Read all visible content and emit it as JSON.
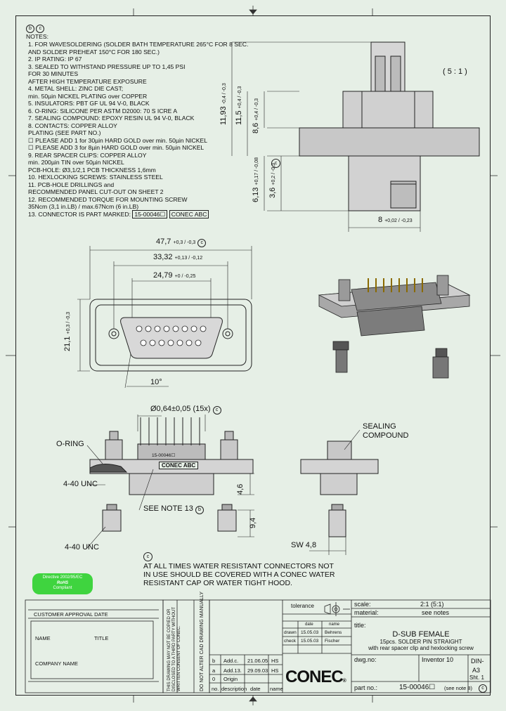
{
  "notes_header": {
    "circle_b": "b",
    "circle_c": "c",
    "title": "NOTES:"
  },
  "notes": [
    "1. FOR WAVESOLDERING (SOLDER BATH TEMPERATURE 265°C FOR 8 SEC.",
    "    AND SOLDER PREHEAT 150°C FOR 180 SEC.)",
    "2. IP RATING: IP 67",
    "3. SEALED TO WITHSTAND PRESSURE UP TO 1,45 PSI",
    "    FOR 30 MINUTES",
    "    AFTER HIGH TEMPERATURE EXPOSURE",
    "4. METAL SHELL: ZINC DIE CAST;",
    "    min. 50µin NICKEL PLATING over COPPER",
    "5. INSULATORS: PBT GF UL 94 V-0, BLACK",
    "6. O-RING: SILICONE PER ASTM D2000: 70 S ICRE A",
    "7. SEALING COMPOUND: EPOXY RESIN UL 94 V-0, BLACK",
    "8. CONTACTS: COPPER ALLOY",
    "    PLATING (SEE PART NO.)",
    "    ☐ PLEASE ADD 1 for 30µin HARD GOLD over min. 50µin NICKEL",
    "    ☐ PLEASE ADD 3 for 8µin HARD GOLD over min. 50µin NICKEL",
    "9. REAR SPACER CLIPS: COPPER ALLOY",
    "    min. 200µin TIN over 50µin NICKEL",
    "    PCB-HOLE: Ø3,1/2,1 PCB THICKNESS 1,6mm",
    "10. HEXLOCKING SCREWS: STAINLESS STEEL",
    "11. PCB-HOLE DRILLINGS and",
    "      RECOMMENDED PANEL CUT-OUT ON SHEET 2",
    "12. RECOMMENDED TORQUE FOR MOUNTING SCREW",
    "      35Ncm (3,1 in.LB) / max.67Ncm (6 in.LB)",
    "13. CONNECTOR IS PART MARKED: "
  ],
  "part_mark": {
    "part": "15-00046☐",
    "brand": "CONEC ABC"
  },
  "scale_label": "( 5 : 1 )",
  "side_dims": {
    "d1193": "11,93",
    "d1193_tol": "-0,4 / -0,3",
    "d115": "11,5",
    "d115_tol": "+0,4 / -0,3",
    "d86": "8,6",
    "d86_tol": "+0,4 / -0,3",
    "d613": "6,13",
    "d613_tol": "+0,17 / -0,08",
    "d36": "3,6",
    "d36_tol": "+0,2 / -0,3",
    "d8": "8",
    "d8_tol": "+0,02 / -0,23",
    "circle_c": "c"
  },
  "front_dims": {
    "w477": "47,7",
    "w477_tol": "+0,3 / -0,3",
    "w3332": "33,32",
    "w3332_tol": "+0,13 / -0,12",
    "w2479": "24,79",
    "w2479_tol": "+0 / -0,25",
    "h211": "21,1",
    "h211_tol": "+0,3 / -0,3",
    "angle": "10°",
    "circle_c": "c"
  },
  "section": {
    "pin_dim": "Ø0,64±0,05 (15x)",
    "circle_c": "c",
    "oring": "O-RING",
    "unc1": "4-40 UNC",
    "unc2": "4-40 UNC",
    "see_note": "SEE NOTE 13",
    "circle_b": "b",
    "marking": "CONEC ABC",
    "part_small": "15-00046☐",
    "sealing": "SEALING",
    "compound": "COMPOUND",
    "d46": "4,6",
    "d94": "9,4",
    "sw": "SW 4,8"
  },
  "water_note": {
    "circle": "c",
    "line1": "AT ALL TIMES WATER RESISTANT CONNECTORS NOT",
    "line2": "IN USE SHOULD BE COVERED WITH A CONEC WATER",
    "line3": "RESISTANT CAP OR WATER TIGHT HOOD."
  },
  "rohs": {
    "l1": "Directive 2002/95/EC",
    "l2": "RoHS",
    "l3": "Compliant"
  },
  "title_block": {
    "approval": "CUSTOMER APPROVAL DATE",
    "name": "NAME",
    "title_field": "TITLE",
    "company": "COMPANY NAME",
    "tolerance": "tolerance",
    "scale_k": "scale:",
    "scale_v": "2:1 (5:1)",
    "material_k": "material:",
    "material_v": "see notes",
    "date_h": "date",
    "name_h": "name",
    "drawn_k": "drawn",
    "drawn_d": "15.05.03",
    "drawn_n": "Behrens",
    "check_k": "check",
    "check_d": "15.05.03",
    "check_n": "Fischer",
    "title_k": "title:",
    "t1": "D-SUB FEMALE",
    "t2": "15pcs. SOLDER PIN STRAIGHT",
    "t3": "with rear spacer clip and hexlocking screw",
    "dwg_k": "dwg.no:",
    "inventor": "Inventor 10",
    "din": "DIN-",
    "a3": "A3",
    "rev_b_no": "b",
    "rev_b_desc": "Add.c.",
    "rev_b_date": "21.06.05",
    "rev_b_by": "HS",
    "rev_a_no": "a",
    "rev_a_desc": "Add.13.",
    "rev_a_date": "29.09.03",
    "rev_a_by": "HS",
    "rev_0": "0",
    "rev_0_desc": "Origin",
    "no_h": "no.",
    "desc_h": "description",
    "date_h2": "date",
    "name_h2": "name",
    "part_k": "part no.:",
    "part_v": "15-00046☐",
    "part_note": "(see note 8)",
    "sht": "Sht. 1",
    "circle": "c",
    "logo": "CONEC",
    "vert_note": "DO NOT ALTER CAD DRAWING MANUALLY",
    "vert_prop1": "THIS DRAWING MAY NOT BE COPIED OR",
    "vert_prop2": "DISCLOSED TO A THIRD PARTY WITHOUT",
    "vert_prop3": "WRITTEN CONSENT OF CONEC."
  }
}
